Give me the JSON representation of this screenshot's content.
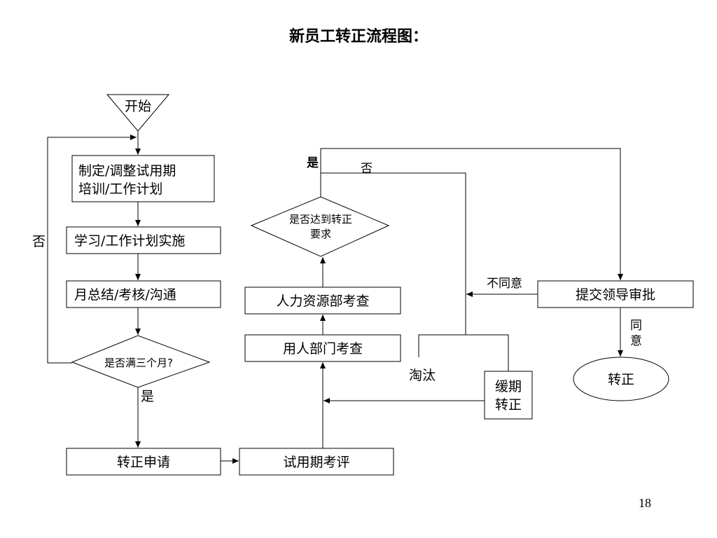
{
  "title": "新员工转正流程图：",
  "page_number": "18",
  "nodes": {
    "start": "开始",
    "plan_line1": "制定/调整试用期",
    "plan_line2": "培训/工作计划",
    "implement": "学习/工作计划实施",
    "monthly": "月总结/考核/沟通",
    "three_months": "是否满三个月?",
    "apply": "转正申请",
    "evaluation": "试用期考评",
    "dept_review": "用人部门考查",
    "hr_review": "人力资源部考查",
    "meets_line1": "是否达到转正",
    "meets_line2": "要求",
    "leader_approval": "提交领导审批",
    "confirm": "转正",
    "eliminate": "淘汰",
    "delay_line1": "缓期",
    "delay_line2": "转正"
  },
  "edge_labels": {
    "loop_no": "否",
    "three_months_yes": "是",
    "meets_yes": "是",
    "meets_no": "否",
    "disagree": "不同意",
    "agree_line1": "同",
    "agree_line2": "意"
  }
}
